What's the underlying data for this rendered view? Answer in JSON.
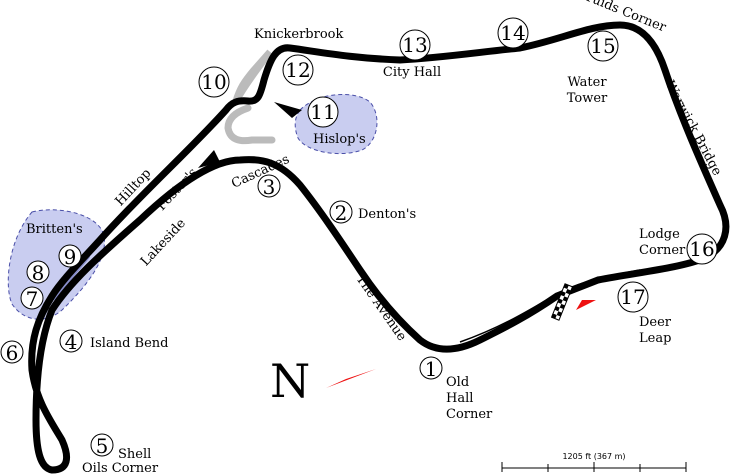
{
  "map": {
    "north_label": "N",
    "scale_label": "1205 ft (367 m)",
    "colors": {
      "track": "#000000",
      "old_track": "#bbbbbb",
      "zone_fill": "#c9cdf0",
      "zone_stroke": "#4a4fa8",
      "arrow_red": "#ee1111"
    },
    "zones": [
      {
        "label": "Britten's"
      },
      {
        "label": "Hislop's"
      }
    ],
    "corners": [
      {
        "number": "1",
        "name_lines": [
          "Old",
          "Hall",
          "Corner"
        ]
      },
      {
        "number": "2",
        "name_lines": [
          "Denton's"
        ]
      },
      {
        "number": "3",
        "name_lines": [
          "Cascades"
        ]
      },
      {
        "number": "4",
        "name_lines": [
          "Island Bend"
        ]
      },
      {
        "number": "5",
        "name_lines": [
          "Shell",
          "Oils Corner"
        ]
      },
      {
        "number": "6",
        "name_lines": []
      },
      {
        "number": "7",
        "name_lines": []
      },
      {
        "number": "8",
        "name_lines": []
      },
      {
        "number": "9",
        "name_lines": []
      },
      {
        "number": "10",
        "name_lines": []
      },
      {
        "number": "11",
        "name_lines": []
      },
      {
        "number": "12",
        "name_lines": []
      },
      {
        "number": "13",
        "name_lines": [
          "City Hall"
        ]
      },
      {
        "number": "14",
        "name_lines": []
      },
      {
        "number": "15",
        "name_lines": [
          "Water",
          "Tower"
        ]
      },
      {
        "number": "16",
        "name_lines": [
          "Lodge",
          "Corner"
        ]
      },
      {
        "number": "17",
        "name_lines": [
          "Deer",
          "Leap"
        ]
      }
    ],
    "section_labels": {
      "knickerbrook": "Knickerbrook",
      "druids": "Druids Corner",
      "warwick": "Warwick Bridge",
      "hilltop": "Hilltop",
      "fosters": "Foster's",
      "lakeside": "Lakeside",
      "the_avenue": "The Avenue"
    }
  }
}
